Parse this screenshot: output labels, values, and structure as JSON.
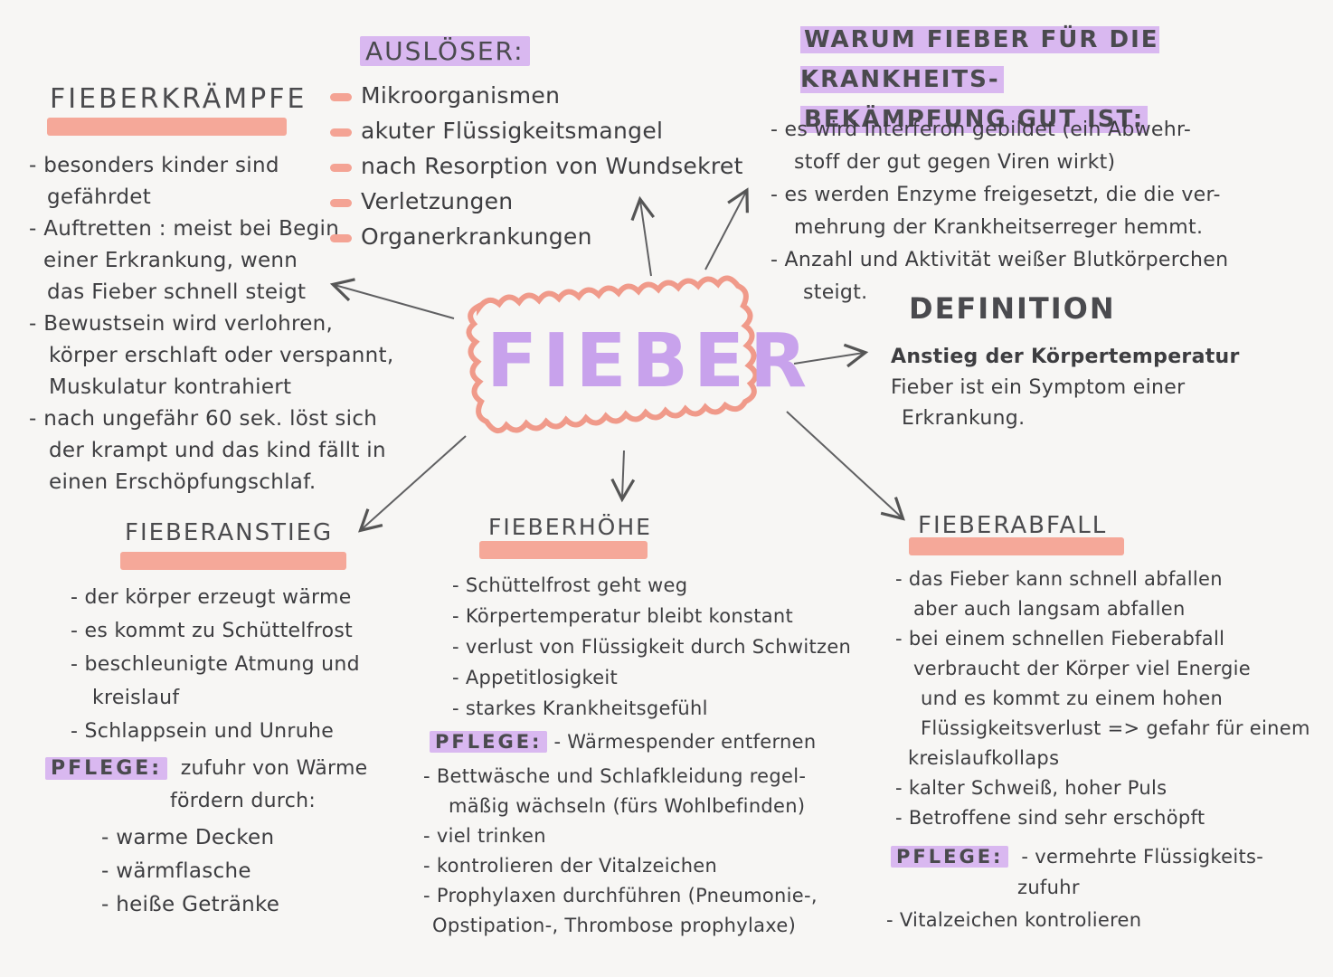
{
  "colors": {
    "accent_salmon": "#f4a394",
    "accent_purple": "#d9b8f0",
    "center_text": "#c8a2ec",
    "ink": "#3d3d40"
  },
  "center": {
    "title": "FIEBER"
  },
  "fieberkraempfe": {
    "heading": "FIEBERKRÄMPFE",
    "lines": [
      "- besonders kinder sind",
      "gefährdet",
      "- Auftretten : meist bei Begin",
      "einer Erkrankung, wenn",
      "das Fieber schnell steigt",
      "- Bewustsein wird verlohren,",
      "körper erschlaft oder verspannt,",
      "Muskulatur kontrahiert",
      "- nach ungefähr 60 sek. löst sich",
      "der krampt und das kind fällt in",
      "einen Erschöpfungschlaf."
    ]
  },
  "ausloeser": {
    "heading": "AUSLÖSER:",
    "items": [
      "Mikroorganismen",
      "akuter Flüssigkeitsmangel",
      "nach Resorption von Wundsekret",
      "Verletzungen",
      "Organerkrankungen"
    ]
  },
  "warum": {
    "heading_line1": "WARUM FIEBER FÜR DIE KRANKHEITS-",
    "heading_line2": "BEKÄMPFUNG GUT IST:",
    "lines": [
      "- es wird Interferon gebildet (ein Abwehr-",
      "stoff der gut gegen Viren wirkt)",
      "- es werden Enzyme freigesetzt, die die ver-",
      "mehrung der Krankheitserreger hemmt.",
      "- Anzahl und Aktivität weißer Blutkörperchen",
      "steigt."
    ]
  },
  "definition": {
    "heading": "DEFINITION",
    "line1": "Anstieg der Körpertemperatur",
    "line2": "Fieber ist ein Symptom einer",
    "line3": "Erkrankung."
  },
  "fieberanstieg": {
    "heading": "FIEBERANSTIEG",
    "lines": [
      "- der körper erzeugt wärme",
      "- es kommt zu Schüttelfrost",
      "- beschleunigte Atmung und",
      "kreislauf",
      "- Schlappsein und Unruhe"
    ],
    "pflege_label": "PFLEGE:",
    "pflege_line1": "zufuhr von Wärme",
    "pflege_line2": "fördern durch:",
    "pflege_items": [
      "- warme Decken",
      "- wärmflasche",
      "- heiße Getränke"
    ]
  },
  "fieberhoehe": {
    "heading": "FIEBERHÖHE",
    "lines": [
      "- Schüttelfrost geht weg",
      "- Körpertemperatur bleibt konstant",
      "- verlust von Flüssigkeit durch Schwitzen",
      "- Appetitlosigkeit",
      "- starkes Krankheitsgefühl"
    ],
    "pflege_label": "PFLEGE:",
    "pflege_first": "- Wärmespender entfernen",
    "pflege_lines": [
      "- Bettwäsche und Schlafkleidung regel-",
      "mäßig wächseln (fürs Wohlbefinden)",
      "- viel trinken",
      "- kontrolieren der Vitalzeichen",
      "- Prophylaxen durchführen (Pneumonie-,",
      "Opstipation-, Thrombose prophylaxe)"
    ]
  },
  "fieberabfall": {
    "heading": "FIEBERABFALL",
    "lines": [
      "- das Fieber kann schnell abfallen",
      "aber auch langsam abfallen",
      "- bei einem schnellen Fieberabfall",
      "verbraucht der Körper viel Energie",
      "und es kommt zu einem hohen",
      "Flüssigkeitsverlust => gefahr für einem",
      "kreislaufkollaps",
      "- kalter Schweiß, hoher Puls",
      "- Betroffene sind sehr erschöpft"
    ],
    "pflege_label": "PFLEGE:",
    "pflege_line1": "- vermehrte Flüssigkeits-",
    "pflege_line2": "zufuhr",
    "last": "- Vitalzeichen kontrolieren"
  }
}
